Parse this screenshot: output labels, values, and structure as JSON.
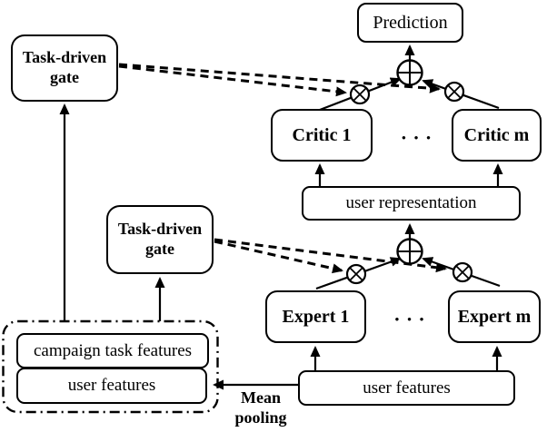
{
  "diagram": {
    "boxes": {
      "gate_top": "Task-driven gate",
      "prediction": "Prediction",
      "critic_1": "Critic 1",
      "critic_m": "Critic m",
      "user_representation": "user representation",
      "gate_mid": "Task-driven gate",
      "expert_1": "Expert 1",
      "expert_m": "Expert m",
      "user_features_bottom": "user features",
      "campaign_task_features": "campaign task features",
      "user_features_left": "user features"
    },
    "labels": {
      "mean_pooling": "Mean pooling",
      "ellipsis_critics": "•••",
      "ellipsis_experts": "•••"
    },
    "icons": {
      "circled_plus": "element-wise sum",
      "circled_times": "element-wise product"
    },
    "colors": {
      "stroke": "#000000",
      "background": "#ffffff"
    }
  }
}
